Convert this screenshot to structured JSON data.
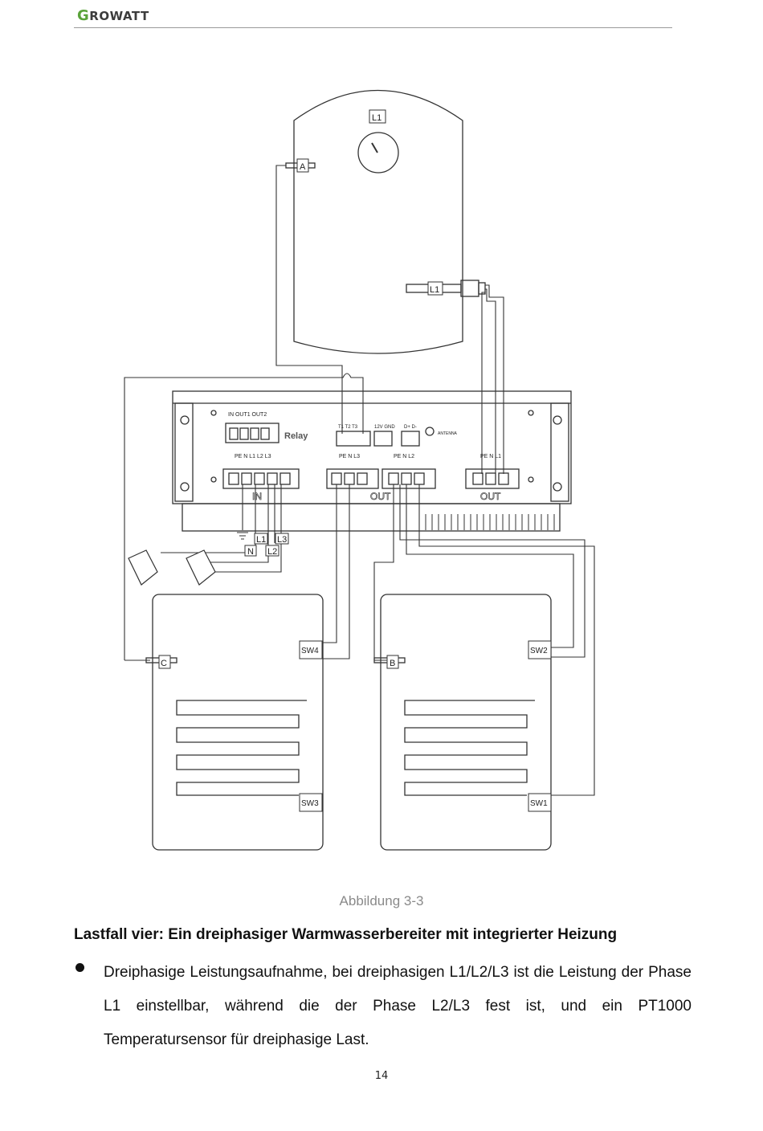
{
  "header": {
    "logo_initial": "G",
    "logo_rest": "ROWATT"
  },
  "diagram": {
    "tank_sensor_label": "L1",
    "tank_element_label": "L1",
    "probe_a": "A",
    "probe_b": "B",
    "probe_c": "C",
    "relay_top_labels": "IN  OUT1 OUT2",
    "relay_label": "Relay",
    "t_labels": "T1 T2 T3",
    "v12_gnd": "12V GND",
    "d_labels": "D+ D-",
    "antenna": "ANTENNA",
    "in_terminal_labels": "PE N L1 L2 L3",
    "out1_terminal_labels": "PE N L3",
    "out2_terminal_labels": "PE N L2",
    "out3_terminal_labels": "PE N L1",
    "in_label": "IN",
    "out_label": "OUT",
    "grid_l1": "L1",
    "grid_l3": "L3",
    "grid_n": "N",
    "grid_l2": "L2",
    "sw1": "SW1",
    "sw2": "SW2",
    "sw3": "SW3",
    "sw4": "SW4"
  },
  "caption": "Abbildung 3-3",
  "heading": "Lastfall vier: Ein dreiphasiger Warmwasserbereiter mit integrierter Heizung",
  "paragraph": "Dreiphasige Leistungsaufnahme, bei dreiphasigen L1/L2/L3 ist die Leistung der Phase L1 einstellbar, während die der Phase L2/L3 fest ist, und ein PT1000 Temperatursensor für dreiphasige Last.",
  "page_number": "14"
}
